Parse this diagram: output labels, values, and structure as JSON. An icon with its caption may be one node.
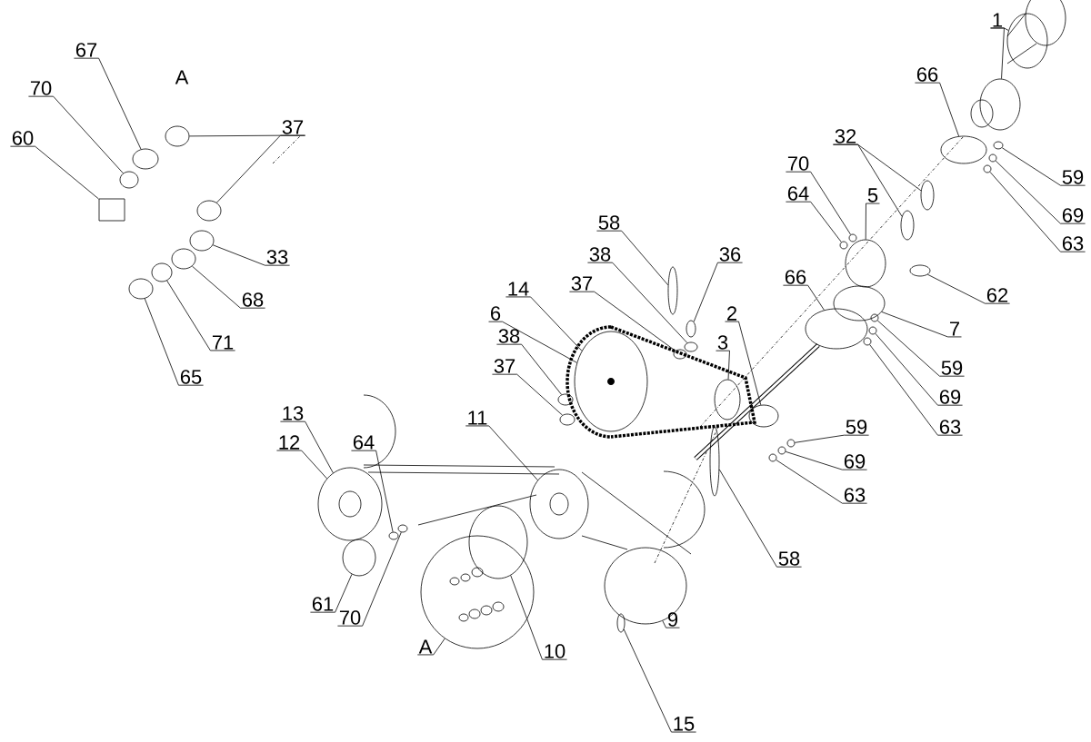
{
  "diagram": {
    "nodes": [
      {
        "text": [
          "1"
        ]
      },
      {
        "text": [
          "66"
        ]
      },
      {
        "text": [
          "59"
        ]
      },
      {
        "text": [
          "69"
        ]
      },
      {
        "text": [
          "63"
        ]
      },
      {
        "text": [
          "32"
        ]
      },
      {
        "text": [
          "70"
        ]
      },
      {
        "text": [
          "64"
        ]
      },
      {
        "text": [
          "5"
        ]
      },
      {
        "text": [
          "62"
        ]
      },
      {
        "text": [
          "7"
        ]
      },
      {
        "text": [
          "66"
        ]
      },
      {
        "text": [
          "59"
        ]
      },
      {
        "text": [
          "69"
        ]
      },
      {
        "text": [
          "63"
        ]
      },
      {
        "text": [
          "2"
        ]
      },
      {
        "text": [
          "3"
        ]
      },
      {
        "text": [
          "36"
        ]
      },
      {
        "text": [
          "58"
        ]
      },
      {
        "text": [
          "38"
        ]
      },
      {
        "text": [
          "37"
        ]
      },
      {
        "text": [
          "14"
        ]
      },
      {
        "text": [
          "6"
        ]
      },
      {
        "text": [
          "38"
        ]
      },
      {
        "text": [
          "37"
        ]
      },
      {
        "text": [
          "11"
        ]
      },
      {
        "text": [
          "13"
        ]
      },
      {
        "text": [
          "12"
        ]
      },
      {
        "text": [
          "64"
        ]
      },
      {
        "text": [
          "61"
        ]
      },
      {
        "text": [
          "70"
        ]
      },
      {
        "text": [
          "A"
        ]
      },
      {
        "text": [
          "10"
        ]
      },
      {
        "text": [
          "9"
        ]
      },
      {
        "text": [
          "15"
        ]
      },
      {
        "text": [
          "58"
        ]
      },
      {
        "text": [
          "59"
        ]
      },
      {
        "text": [
          "69"
        ]
      },
      {
        "text": [
          "63"
        ]
      },
      {
        "text": [
          "67"
        ]
      },
      {
        "text": [
          "70"
        ]
      },
      {
        "text": [
          "60"
        ]
      },
      {
        "text": [
          "37"
        ]
      },
      {
        "text": [
          "33"
        ]
      },
      {
        "text": [
          "68"
        ]
      },
      {
        "text": [
          "71"
        ]
      },
      {
        "text": [
          "65"
        ]
      },
      {
        "text": [],
        "shape": "circle"
      },
      {
        "text": [],
        "shape": "circle"
      },
      {
        "text": [],
        "shape": "circle"
      },
      {
        "text": [],
        "shape": "circle"
      },
      {
        "text": [],
        "shape": "circle"
      },
      {
        "text": [],
        "shape": "circle"
      },
      {
        "text": [],
        "shape": "circle"
      },
      {
        "text": [],
        "shape": "circle"
      },
      {
        "text": [],
        "shape": "circle"
      },
      {
        "text": [],
        "shape": "circle"
      },
      {
        "text": [],
        "shape": "circle"
      },
      {
        "text": [],
        "shape": "circle"
      },
      {
        "text": [],
        "shape": "circle"
      },
      {
        "text": [],
        "shape": "circle"
      },
      {
        "text": [],
        "shape": "circle"
      },
      {
        "text": [],
        "shape": "circle"
      },
      {
        "text": [],
        "shape": "circle"
      },
      {
        "text": [],
        "shape": "circle"
      },
      {
        "text": [],
        "shape": "circle"
      },
      {
        "text": [],
        "shape": "circle"
      },
      {
        "text": [],
        "shape": "circle"
      },
      {
        "text": [],
        "shape": "circle"
      },
      {
        "text": [],
        "shape": "circle"
      },
      {
        "text": [],
        "shape": "circle"
      },
      {
        "text": [],
        "shape": "circle"
      },
      {
        "text": [],
        "shape": "circle"
      },
      {
        "text": [],
        "shape": "circle"
      },
      {
        "text": [],
        "shape": "circle"
      },
      {
        "text": [],
        "shape": "circle"
      },
      {
        "text": [],
        "shape": "circle"
      },
      {
        "text": [],
        "shape": "circle"
      },
      {
        "text": [],
        "shape": "circle"
      },
      {
        "text": [],
        "shape": "circle"
      },
      {
        "text": [],
        "shape": "circle"
      },
      {
        "text": [],
        "shape": "circle"
      },
      {
        "text": [],
        "shape": "circle"
      },
      {
        "text": [],
        "shape": "circle"
      },
      {
        "text": [],
        "shape": "circle"
      },
      {
        "text": [],
        "shape": "circle"
      },
      {
        "text": [],
        "shape": "circle"
      },
      {
        "text": [],
        "shape": "circle"
      },
      {
        "text": [],
        "shape": "box"
      },
      {
        "text": [],
        "shape": "circle"
      },
      {
        "text": [],
        "shape": "circle"
      },
      {
        "text": [],
        "shape": "circle"
      },
      {
        "text": [],
        "shape": "circle"
      },
      {
        "text": [],
        "shape": "circle"
      },
      {
        "text": [],
        "shape": "circle"
      }
    ],
    "edges": [
      {
        "from": 0,
        "to": 47,
        "arrow": "none"
      },
      {
        "from": 0,
        "to": 48,
        "arrow": "none"
      },
      {
        "from": 1,
        "to": 49,
        "arrow": "none"
      },
      {
        "from": 2,
        "to": 50,
        "arrow": "none"
      },
      {
        "from": 3,
        "to": 51,
        "arrow": "none"
      },
      {
        "from": 4,
        "to": 52,
        "arrow": "none"
      },
      {
        "from": 5,
        "to": 53,
        "arrow": "none"
      },
      {
        "from": 5,
        "to": 54,
        "arrow": "none"
      },
      {
        "from": 6,
        "to": 55,
        "arrow": "none"
      },
      {
        "from": 7,
        "to": 56,
        "arrow": "none"
      },
      {
        "from": 8,
        "to": 57,
        "arrow": "none"
      },
      {
        "from": 9,
        "to": 58,
        "arrow": "none"
      },
      {
        "from": 10,
        "to": 59,
        "arrow": "none"
      },
      {
        "from": 11,
        "to": 60,
        "arrow": "none"
      },
      {
        "from": 12,
        "to": 61,
        "arrow": "none"
      },
      {
        "from": 13,
        "to": 62,
        "arrow": "none"
      },
      {
        "from": 14,
        "to": 63,
        "arrow": "none"
      },
      {
        "from": 15,
        "to": 64,
        "arrow": "none"
      },
      {
        "from": 16,
        "to": 65,
        "arrow": "none"
      },
      {
        "from": 17,
        "to": 66,
        "arrow": "none"
      },
      {
        "from": 18,
        "to": 67,
        "arrow": "none"
      },
      {
        "from": 19,
        "to": 68,
        "arrow": "none"
      },
      {
        "from": 20,
        "to": 69,
        "arrow": "none"
      },
      {
        "from": 21,
        "to": 70,
        "arrow": "none"
      },
      {
        "from": 22,
        "to": 70,
        "arrow": "none"
      },
      {
        "from": 23,
        "to": 71,
        "arrow": "none"
      },
      {
        "from": 24,
        "to": 72,
        "arrow": "none"
      },
      {
        "from": 25,
        "to": 73,
        "arrow": "none"
      },
      {
        "from": 26,
        "to": 74,
        "arrow": "none"
      },
      {
        "from": 27,
        "to": 74,
        "arrow": "none"
      },
      {
        "from": 28,
        "to": 75,
        "arrow": "none"
      },
      {
        "from": 29,
        "to": 76,
        "arrow": "none"
      },
      {
        "from": 30,
        "to": 77,
        "arrow": "none"
      },
      {
        "from": 31,
        "to": 78,
        "arrow": "none"
      },
      {
        "from": 32,
        "to": 79,
        "arrow": "none"
      },
      {
        "from": 33,
        "to": 80,
        "arrow": "none"
      },
      {
        "from": 34,
        "to": 81,
        "arrow": "none"
      },
      {
        "from": 35,
        "to": 82,
        "arrow": "none"
      },
      {
        "from": 36,
        "to": 83,
        "arrow": "none"
      },
      {
        "from": 37,
        "to": 84,
        "arrow": "none"
      },
      {
        "from": 38,
        "to": 85,
        "arrow": "none"
      },
      {
        "from": 39,
        "to": 86,
        "arrow": "none"
      },
      {
        "from": 40,
        "to": 87,
        "arrow": "none"
      },
      {
        "from": 41,
        "to": 88,
        "arrow": "none"
      },
      {
        "from": 42,
        "to": 89,
        "arrow": "none"
      },
      {
        "from": 42,
        "to": 90,
        "arrow": "none"
      },
      {
        "from": 43,
        "to": 91,
        "arrow": "none"
      },
      {
        "from": 44,
        "to": 92,
        "arrow": "none"
      },
      {
        "from": 45,
        "to": 93,
        "arrow": "none"
      },
      {
        "from": 46,
        "to": 94,
        "arrow": "none"
      }
    ],
    "labels": [
      "A"
    ]
  }
}
